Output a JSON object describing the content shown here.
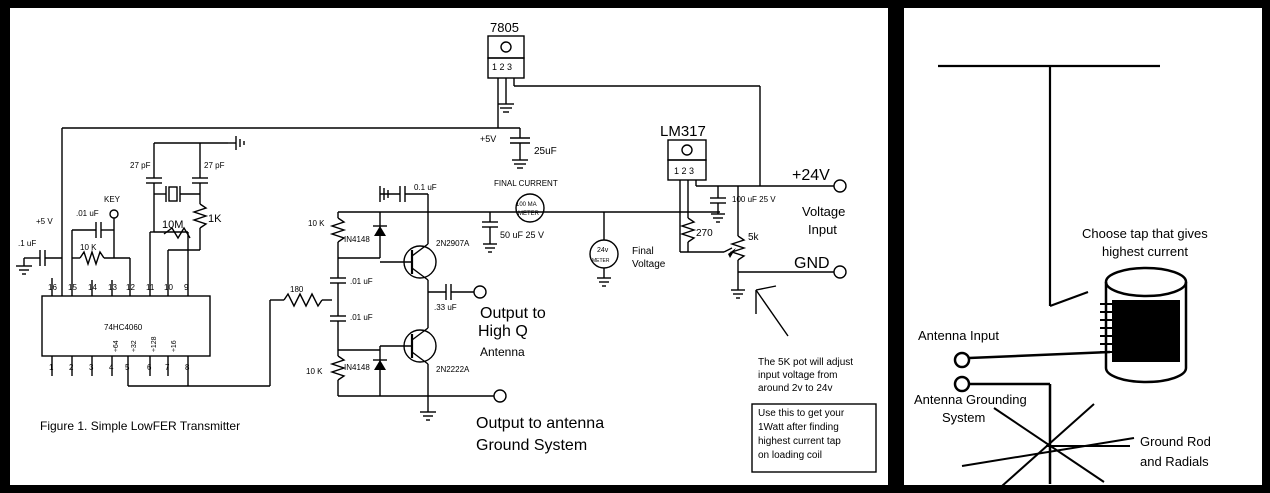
{
  "schematic": {
    "figure_caption": "Figure 1.  Simple LowFER Transmitter",
    "reg_7805": "7805",
    "reg_7805_pins": "1 2 3",
    "reg_lm317": "LM317",
    "reg_lm317_pins": "1 2 3",
    "plus5v_top": "+5V",
    "cap_25uf": "25uF",
    "plus24v": "+24V",
    "voltage_input_1": "Voltage",
    "voltage_input_2": "Input",
    "gnd": "GND",
    "cap_100uf": "100 uF 25 V",
    "res_270": "270",
    "pot_5k": "5k",
    "meter_24v_1": "24v",
    "meter_24v_2": "METER",
    "final_voltage_1": "Final",
    "final_voltage_2": "Voltage",
    "final_current": "FINAL CURRENT",
    "meter_100ma_1": "100 MA",
    "meter_100ma_2": "METER",
    "cap_50uf": "50 uF 25 V",
    "cap_01uf_top": "0.1 uF",
    "res_10k_top": "10 K",
    "diode_top": "IN4148",
    "q_2n2907a": "2N2907A",
    "cap_01_a": ".01 uF",
    "cap_01_b": ".01 uF",
    "cap_33uf": ".33 uF",
    "res_10k_bot": "10 K",
    "diode_bot": "IN4148",
    "q_2n2222a": "2N2222A",
    "out_highq_1": "Output to",
    "out_highq_2": "High Q",
    "out_highq_3": "Antenna",
    "out_ground_1": "Output to antenna",
    "out_ground_2": "Ground System",
    "res_180": "180",
    "chip": "74HC4060",
    "pins_top": [
      "16",
      "15",
      "14",
      "13",
      "12",
      "11",
      "10",
      "9"
    ],
    "pins_bottom": [
      "1",
      "2",
      "3",
      "4",
      "5",
      "6",
      "7",
      "8"
    ],
    "div_64": "÷64",
    "div_32": "÷32",
    "div_128": "÷128",
    "div_16": "÷16",
    "plus5v_left": "+5 V",
    "cap_01uf_left": ".01 uF",
    "key": "KEY",
    "cap_1uf": ".1 uF",
    "res_10k_left": "10 K",
    "cap_27pf_a": "27 pF",
    "cap_27pf_b": "27 pF",
    "res_10m": "10M",
    "res_1k": "1K",
    "note_pot_1": "The 5K pot will adjust",
    "note_pot_2": "input voltage from",
    "note_pot_3": "around 2v to 24v",
    "note_box_1": "Use this to get your",
    "note_box_2": "1Watt after finding",
    "note_box_3": "highest current tap",
    "note_box_4": "on loading coil"
  },
  "antenna": {
    "choose_tap_1": "Choose tap that gives",
    "choose_tap_2": "highest current",
    "antenna_input": "Antenna Input",
    "grounding_1": "Antenna Grounding",
    "grounding_2": "System",
    "ground_rod_1": "Ground Rod",
    "ground_rod_2": "and Radials"
  }
}
